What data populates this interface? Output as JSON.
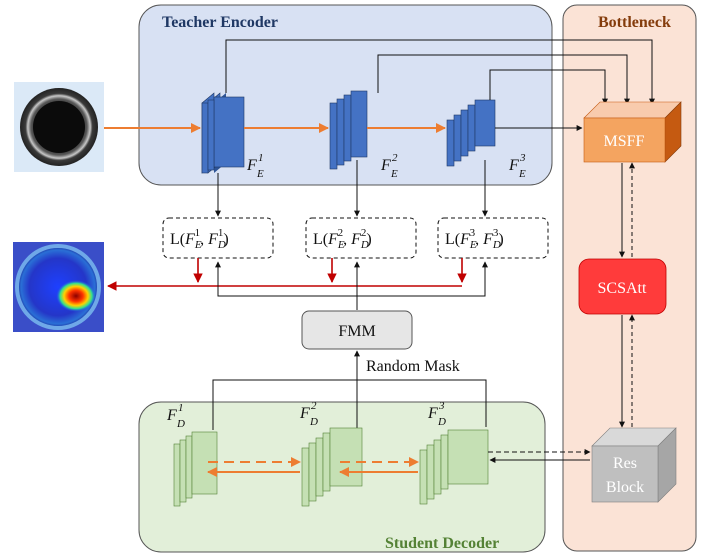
{
  "regions": {
    "teacher_encoder": "Teacher Encoder",
    "bottleneck": "Bottleneck",
    "student_decoder": "Student Decoder"
  },
  "modules": {
    "msff": "MSFF",
    "scsatt": "SCSAtt",
    "res_block_line1": "Res",
    "res_block_line2": "Block",
    "fmm": "FMM"
  },
  "annotations": {
    "random_mask": "Random Mask"
  },
  "features": {
    "encoder": [
      {
        "base": "F",
        "sub": "E",
        "sup": "1"
      },
      {
        "base": "F",
        "sub": "E",
        "sup": "2"
      },
      {
        "base": "F",
        "sub": "E",
        "sup": "3"
      }
    ],
    "decoder": [
      {
        "base": "F",
        "sub": "D",
        "sup": "1"
      },
      {
        "base": "F",
        "sub": "D",
        "sup": "2"
      },
      {
        "base": "F",
        "sub": "D",
        "sup": "3"
      }
    ]
  },
  "losses": [
    {
      "prefix": "L(",
      "a_base": "F",
      "a_sub": "E",
      "a_sup": "1",
      "sep": ", ",
      "b_base": "F",
      "b_sub": "D",
      "b_sup": "1",
      "suffix": ")"
    },
    {
      "prefix": "L(",
      "a_base": "F",
      "a_sub": "E",
      "a_sup": "2",
      "sep": ", ",
      "b_base": "F",
      "b_sub": "D",
      "b_sup": "2",
      "suffix": ")"
    },
    {
      "prefix": "L(",
      "a_base": "F",
      "a_sub": "E",
      "a_sup": "3",
      "sep": ", ",
      "b_base": "F",
      "b_sub": "D",
      "b_sup": "3",
      "suffix": ")"
    }
  ],
  "colors": {
    "encoder_bg": "#d8e1f3",
    "encoder_block": "#4472c4",
    "bottleneck_bg": "#fbe3d6",
    "decoder_bg": "#e2efd9",
    "decoder_block": "#c5e0b4",
    "msff": "#f4a460",
    "scsatt": "#ff3b3b",
    "res_block": "#bfbfbf",
    "fmm": "#e6e6e6",
    "flow_arrow": "#ed7d31",
    "anomaly_arrow": "#c00000"
  }
}
